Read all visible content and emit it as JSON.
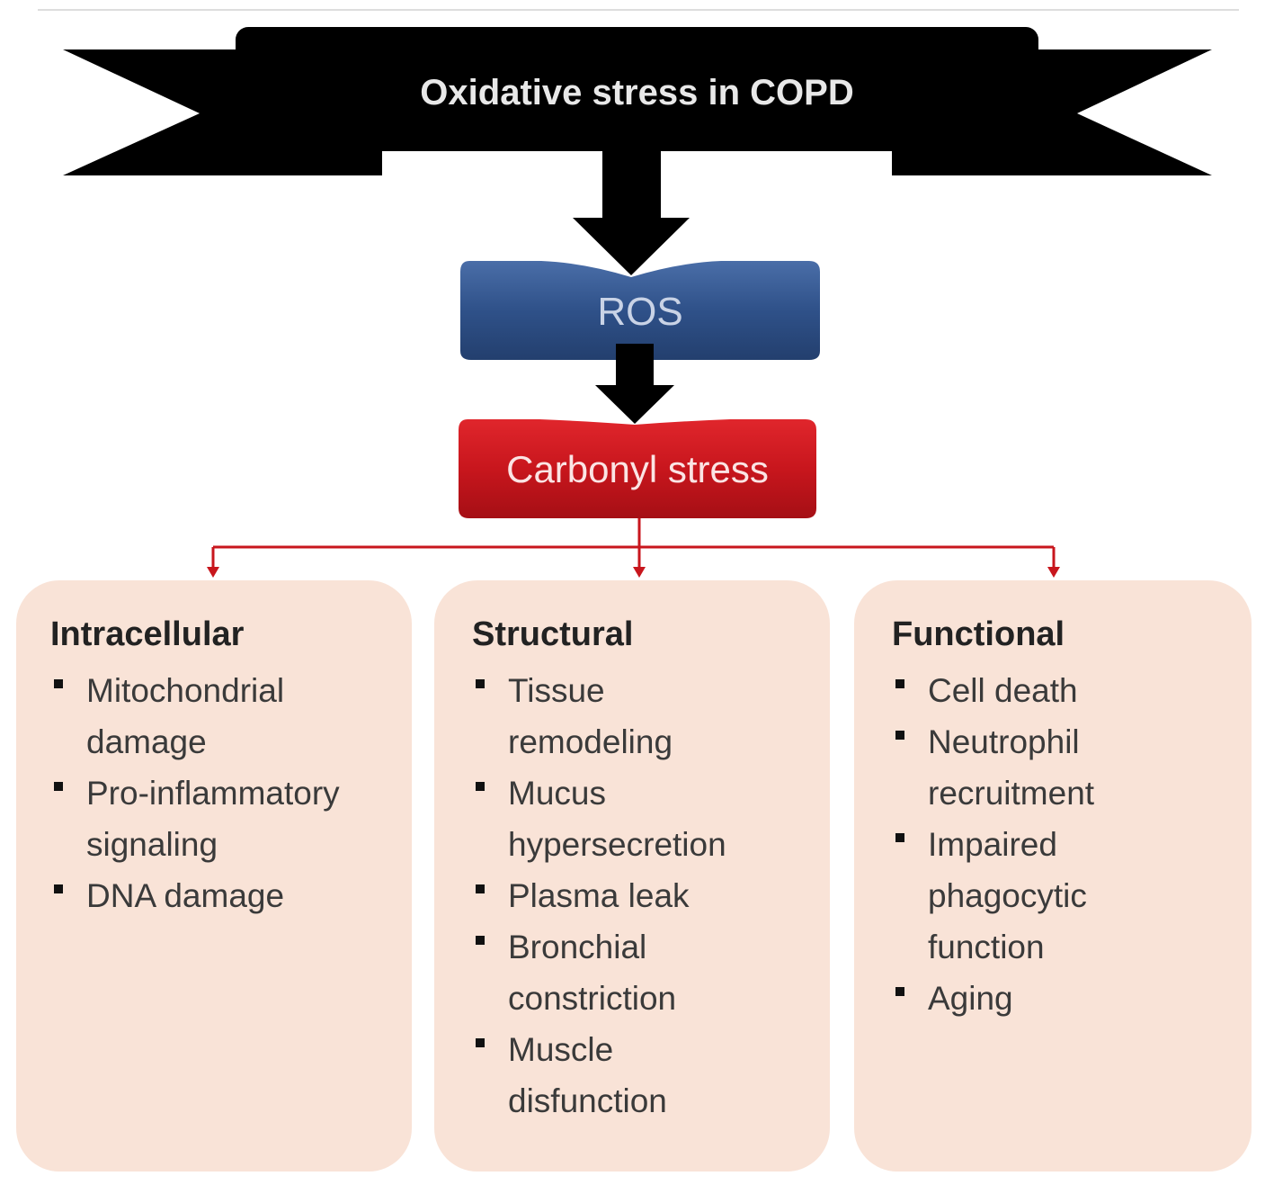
{
  "title": "Oxidative stress in COPD",
  "ros": "ROS",
  "carbonyl": "Carbonyl stress",
  "categories": [
    {
      "heading": "Intracellular",
      "items": [
        "Mitochondrial damage",
        "Pro-inflammatory signaling",
        "DNA damage"
      ]
    },
    {
      "heading": "Structural",
      "items": [
        "Tissue remodeling",
        "Mucus hypersecretion",
        "Plasma leak",
        "Bronchial constriction",
        "Muscle disfunction"
      ]
    },
    {
      "heading": "Functional",
      "items": [
        "Cell death",
        "Neutrophil recruitment",
        "Impaired phagocytic function",
        "Aging"
      ]
    }
  ],
  "colors": {
    "banner": "#000000",
    "ros": "#2e4f86",
    "carbonyl": "#c8161d",
    "connector": "#c8161d",
    "category_fill": "#f9e3d7"
  }
}
